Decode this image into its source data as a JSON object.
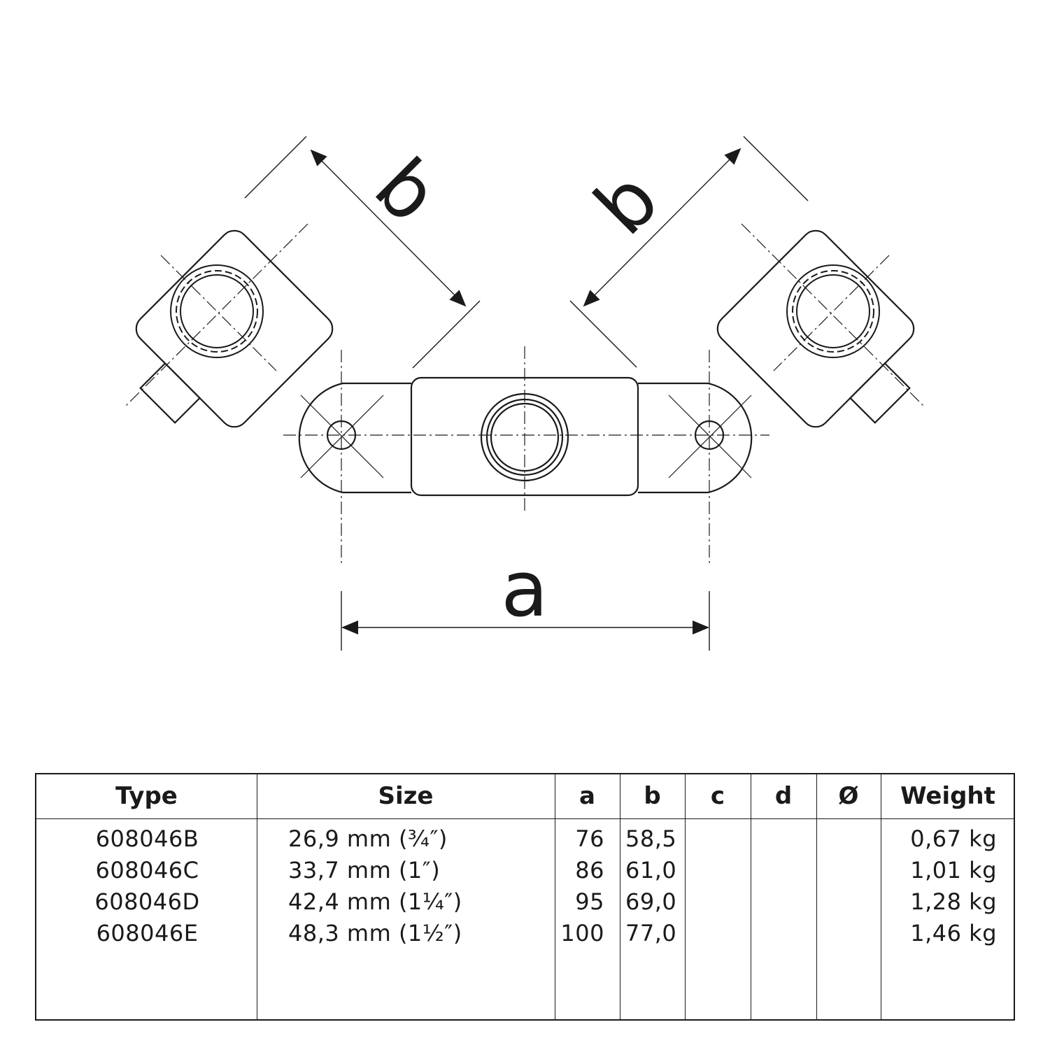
{
  "drawing": {
    "dimension_labels": {
      "a": "a",
      "b_left": "b",
      "b_right": "b"
    }
  },
  "table": {
    "headers": [
      "Type",
      "Size",
      "a",
      "b",
      "c",
      "d",
      "Ø",
      "Weight"
    ],
    "rows": [
      {
        "type": "608046B",
        "size": "26,9 mm (¾″)",
        "a": "76",
        "b": "58,5",
        "c": "",
        "d": "",
        "o": "",
        "weight": "0,67 kg"
      },
      {
        "type": "608046C",
        "size": "33,7 mm (1″)",
        "a": "86",
        "b": "61,0",
        "c": "",
        "d": "",
        "o": "",
        "weight": "1,01 kg"
      },
      {
        "type": "608046D",
        "size": "42,4 mm (1¼″)",
        "a": "95",
        "b": "69,0",
        "c": "",
        "d": "",
        "o": "",
        "weight": "1,28 kg"
      },
      {
        "type": "608046E",
        "size": "48,3 mm (1½″)",
        "a": "100",
        "b": "77,0",
        "c": "",
        "d": "",
        "o": "",
        "weight": "1,46 kg"
      }
    ]
  }
}
